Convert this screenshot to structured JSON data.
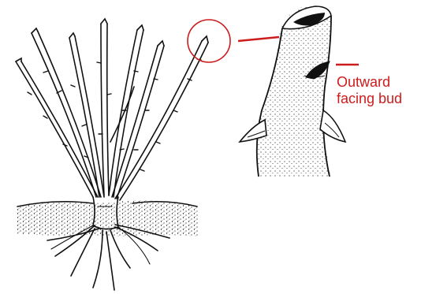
{
  "diagram": {
    "annotation": {
      "line1": "Outward",
      "line2": "facing bud"
    },
    "colors": {
      "ink": "#111111",
      "callout": "#cc1c1c",
      "background": "#ffffff"
    },
    "icons": [
      "rose-bush-illustration",
      "stem-cut-detail",
      "outward-bud",
      "thorn-icon",
      "highlight-circle"
    ]
  }
}
